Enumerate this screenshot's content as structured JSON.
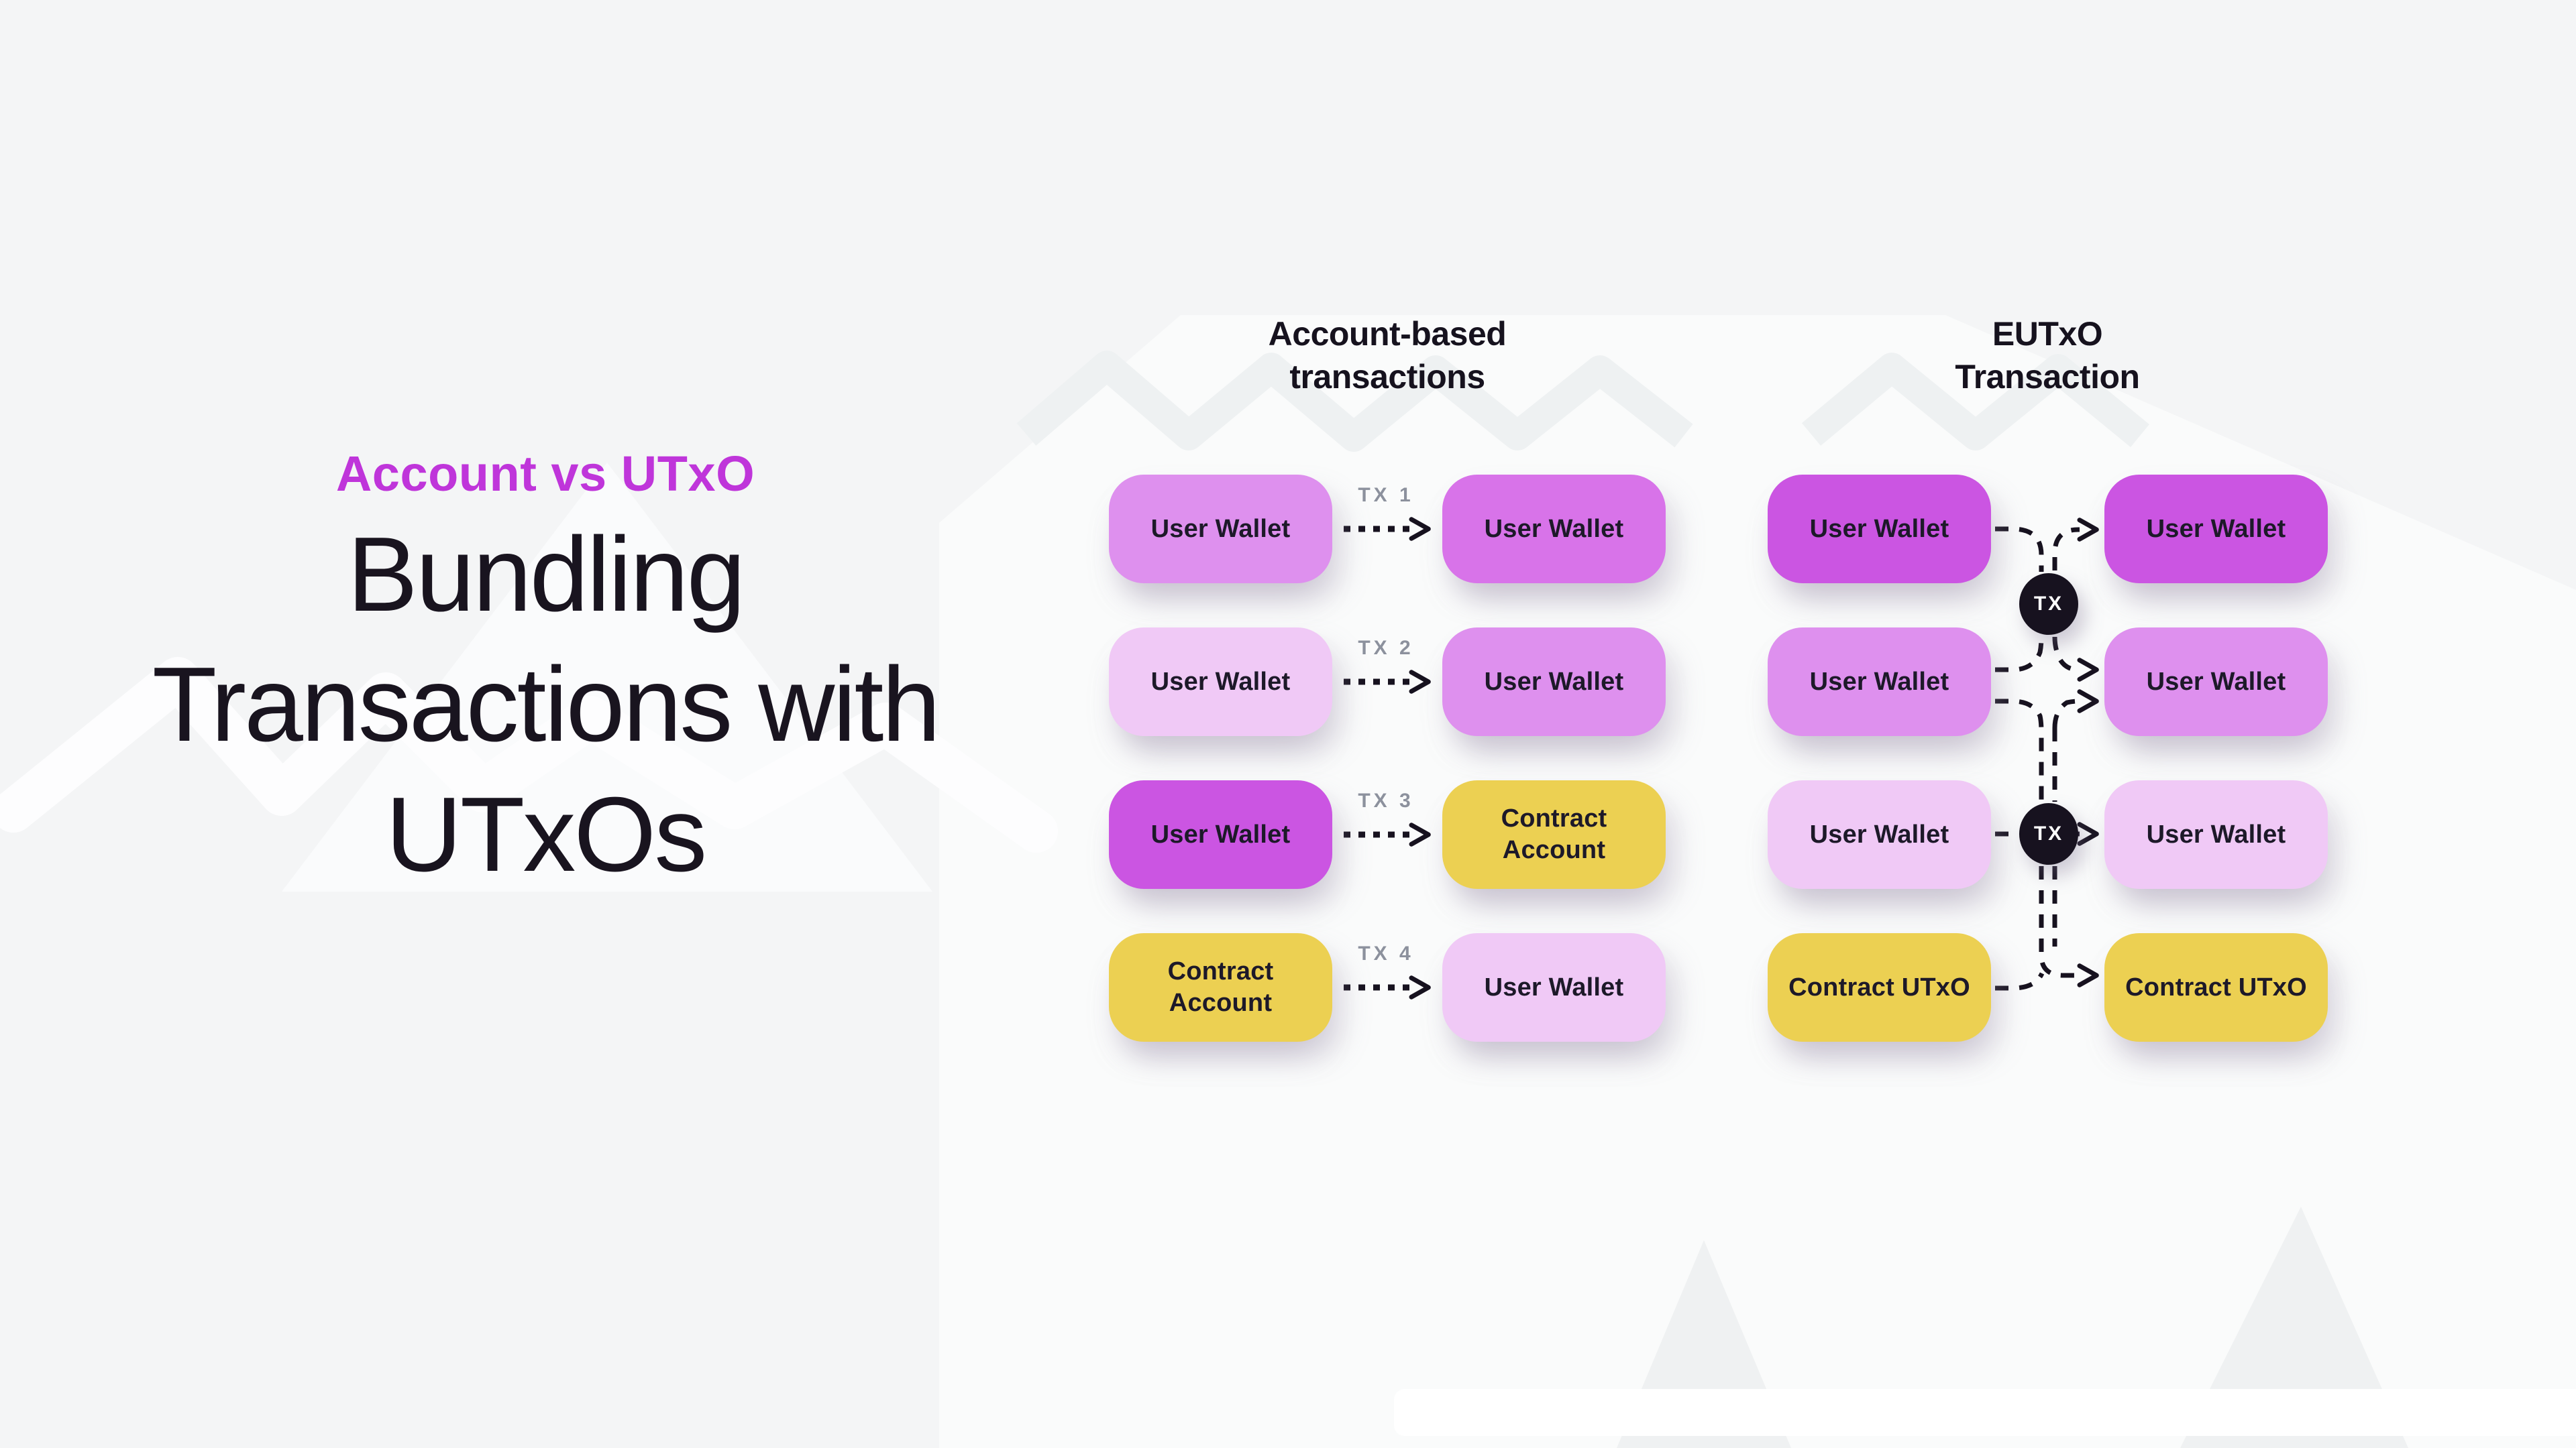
{
  "colors": {
    "background": "#f4f5f6",
    "diagram_background": "#fafbfb",
    "eyebrow": "#bf35da",
    "heading_text": "#19141f",
    "box_text": "#1d1929",
    "connector": "#17121f",
    "tx_badge_background": "#17121f",
    "tx_badge_text": "#ffffff",
    "tx_step_label": "#8c919d",
    "tone_light": "#f0c9f6",
    "tone_medium": "#de90ee",
    "tone_strong": "#d873e9",
    "tone_vivid": "#cb55e2",
    "tone_yellow": "#ecd052"
  },
  "intro": {
    "eyebrow": "Account vs UTxO",
    "title_lines": [
      "Bundling",
      "Transactions with",
      "UTxOs"
    ]
  },
  "account_diagram": {
    "title_lines": [
      "Account-based",
      "transactions"
    ],
    "rows": [
      {
        "left": {
          "label": "User Wallet",
          "tone": "medium"
        },
        "tx_label": "TX 1",
        "right": {
          "label": "User Wallet",
          "tone": "strong"
        }
      },
      {
        "left": {
          "label": "User Wallet",
          "tone": "light"
        },
        "tx_label": "TX 2",
        "right": {
          "label": "User Wallet",
          "tone": "medium"
        }
      },
      {
        "left": {
          "label": "User Wallet",
          "tone": "vivid"
        },
        "tx_label": "TX 3",
        "right": {
          "label": "Contract Account",
          "tone": "yellow"
        }
      },
      {
        "left": {
          "label": "Contract Account",
          "tone": "yellow"
        },
        "tx_label": "TX 4",
        "right": {
          "label": "User Wallet",
          "tone": "light"
        }
      }
    ]
  },
  "eutxo_diagram": {
    "title_lines": [
      "EUTxO",
      "Transaction"
    ],
    "tx_nodes": [
      "TX",
      "TX"
    ],
    "rows": [
      {
        "left": {
          "label": "User Wallet",
          "tone": "vivid"
        },
        "right": {
          "label": "User Wallet",
          "tone": "vivid"
        }
      },
      {
        "left": {
          "label": "User Wallet",
          "tone": "medium"
        },
        "right": {
          "label": "User Wallet",
          "tone": "medium"
        }
      },
      {
        "left": {
          "label": "User Wallet",
          "tone": "light"
        },
        "right": {
          "label": "User Wallet",
          "tone": "light"
        }
      },
      {
        "left": {
          "label": "Contract UTxO",
          "tone": "yellow"
        },
        "right": {
          "label": "Contract UTxO",
          "tone": "yellow"
        }
      }
    ]
  }
}
